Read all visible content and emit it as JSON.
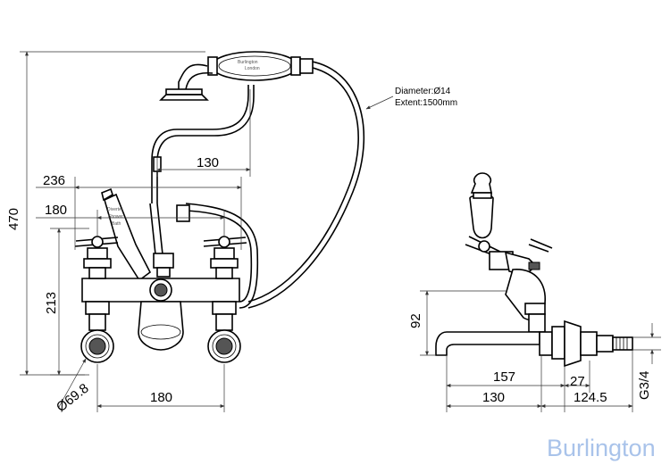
{
  "dimensions": {
    "overall_height": "470",
    "valve_height": "213",
    "width_236": "236",
    "width_180_top": "180",
    "handset_offset": "130",
    "flange_diameter": "Ø69.8",
    "centres": "180",
    "spout_height": "92",
    "spout_reach": "157",
    "side_130": "130",
    "projection": "124.5",
    "union": "27",
    "thread": "G3/4"
  },
  "hose_note": {
    "diameter": "Diameter:Ø14",
    "extent": "Extent:1500mm"
  },
  "handset_label": {
    "line1": "Burlington",
    "line2": "London"
  },
  "lever_label": {
    "line1": "Diverter",
    "line2": "Shower",
    "line3": "Bath"
  },
  "brand": "Burlington",
  "colors": {
    "brand": "#a9c3ea",
    "line": "#000000"
  }
}
